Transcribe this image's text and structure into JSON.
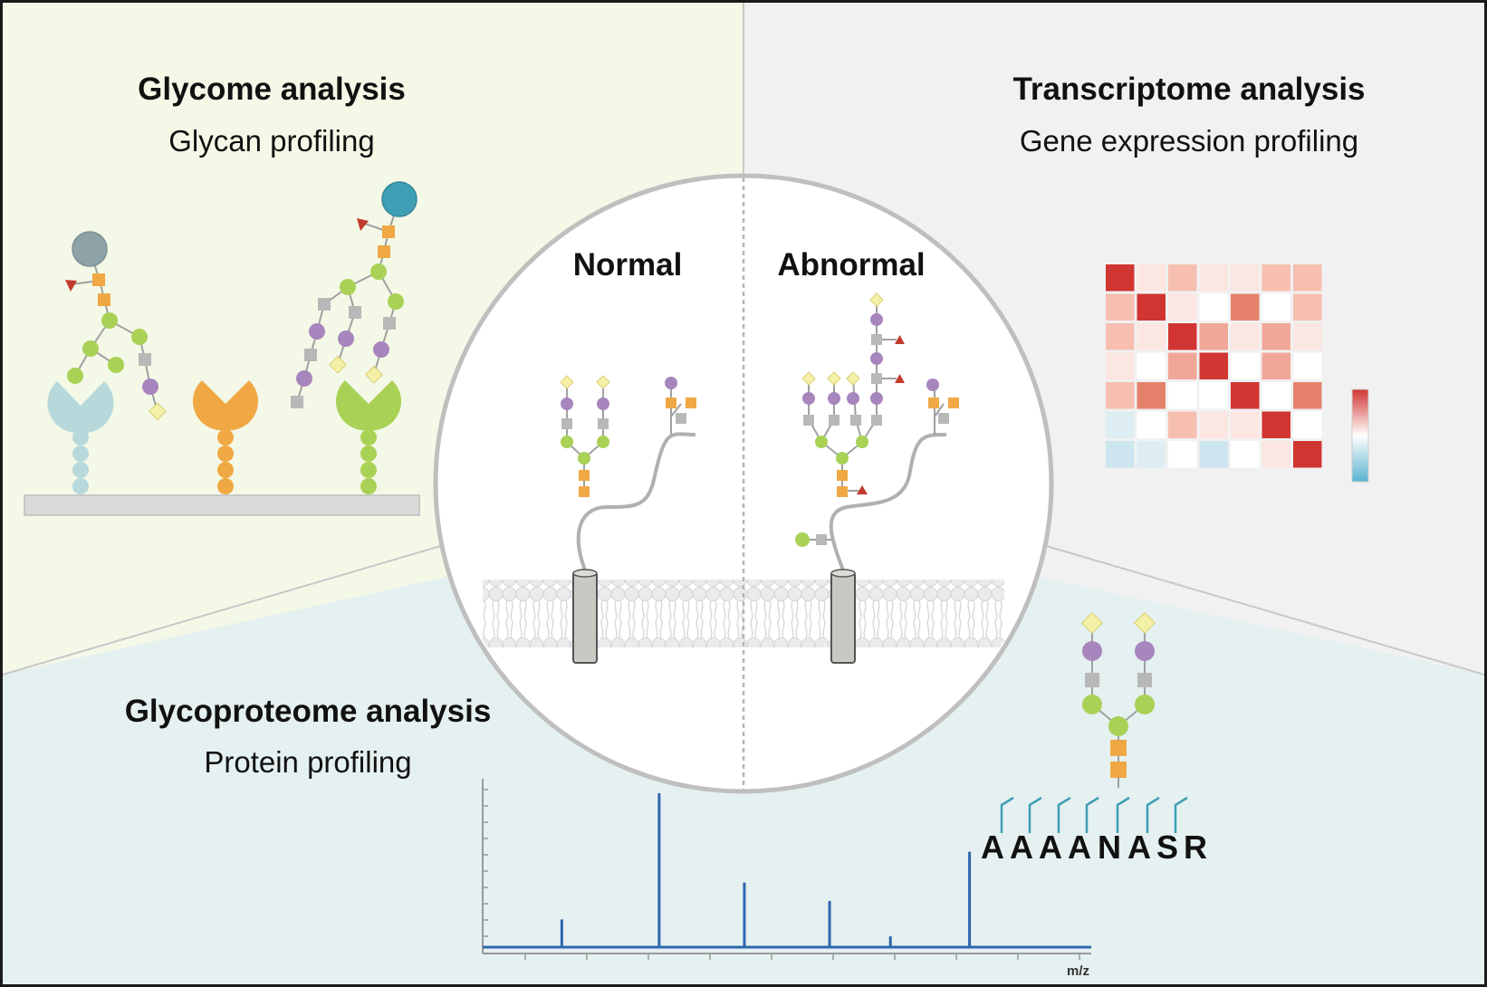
{
  "panels": {
    "glycome": {
      "title": "Glycome analysis",
      "subtitle": "Glycan profiling"
    },
    "transcriptome": {
      "title": "Transcriptome analysis",
      "subtitle": "Gene expression profiling"
    },
    "glycoproteome": {
      "title": "Glycoproteome analysis",
      "subtitle": "Protein profiling"
    }
  },
  "center": {
    "left_label": "Normal",
    "right_label": "Abnormal"
  },
  "peptide": {
    "letters": [
      "A",
      "A",
      "A",
      "A",
      "N",
      "A",
      "S",
      "R"
    ]
  },
  "spectrum": {
    "x_label": "m/z",
    "peaks": [
      {
        "x": 0.13,
        "h": 0.18
      },
      {
        "x": 0.29,
        "h": 1.0
      },
      {
        "x": 0.43,
        "h": 0.42
      },
      {
        "x": 0.57,
        "h": 0.3
      },
      {
        "x": 0.67,
        "h": 0.07
      },
      {
        "x": 0.8,
        "h": 0.62
      }
    ]
  },
  "heatmap": {
    "colors": [
      [
        "#d13531",
        "#fbe6e1",
        "#f6bfb0",
        "#fbe6e1",
        "#fbe6e1",
        "#f6bfb0",
        "#f6bfb0"
      ],
      [
        "#f6bfb0",
        "#d13531",
        "#fbe6e1",
        "#ffffff",
        "#e5816a",
        "#ffffff",
        "#f6bfb0"
      ],
      [
        "#f6bfb0",
        "#fbe6e1",
        "#d13531",
        "#f1a797",
        "#fbe6e1",
        "#f1a797",
        "#fbe6e1"
      ],
      [
        "#fbe6e1",
        "#ffffff",
        "#f1a797",
        "#d13531",
        "#ffffff",
        "#f1a797",
        "#ffffff"
      ],
      [
        "#f6bfb0",
        "#e5816a",
        "#ffffff",
        "#ffffff",
        "#d13531",
        "#ffffff",
        "#e5816a"
      ],
      [
        "#ddedf2",
        "#ffffff",
        "#f6bfb0",
        "#fbe6e1",
        "#fbe6e1",
        "#d13531",
        "#ffffff"
      ],
      [
        "#cde5ee",
        "#ddedf2",
        "#ffffff",
        "#cde5ee",
        "#ffffff",
        "#fbe6e1",
        "#d13531"
      ]
    ]
  },
  "palette": {
    "glycome_bg": "#f4f8e6",
    "transcriptome_bg": "#f1f1f1",
    "glycoproteome_bg": "#e5f0f0",
    "spectrum_blue": "#2e67ad",
    "peptide_teal": "#3f9fb4",
    "galactose_yellow": "#f5f0a8",
    "sialic_purple": "#a785bd",
    "glcnac_gray": "#b8b8b8",
    "mannose_green": "#a9d156",
    "glcnac_orange": "#f0a844",
    "fucose_red": "#c23b2e"
  }
}
